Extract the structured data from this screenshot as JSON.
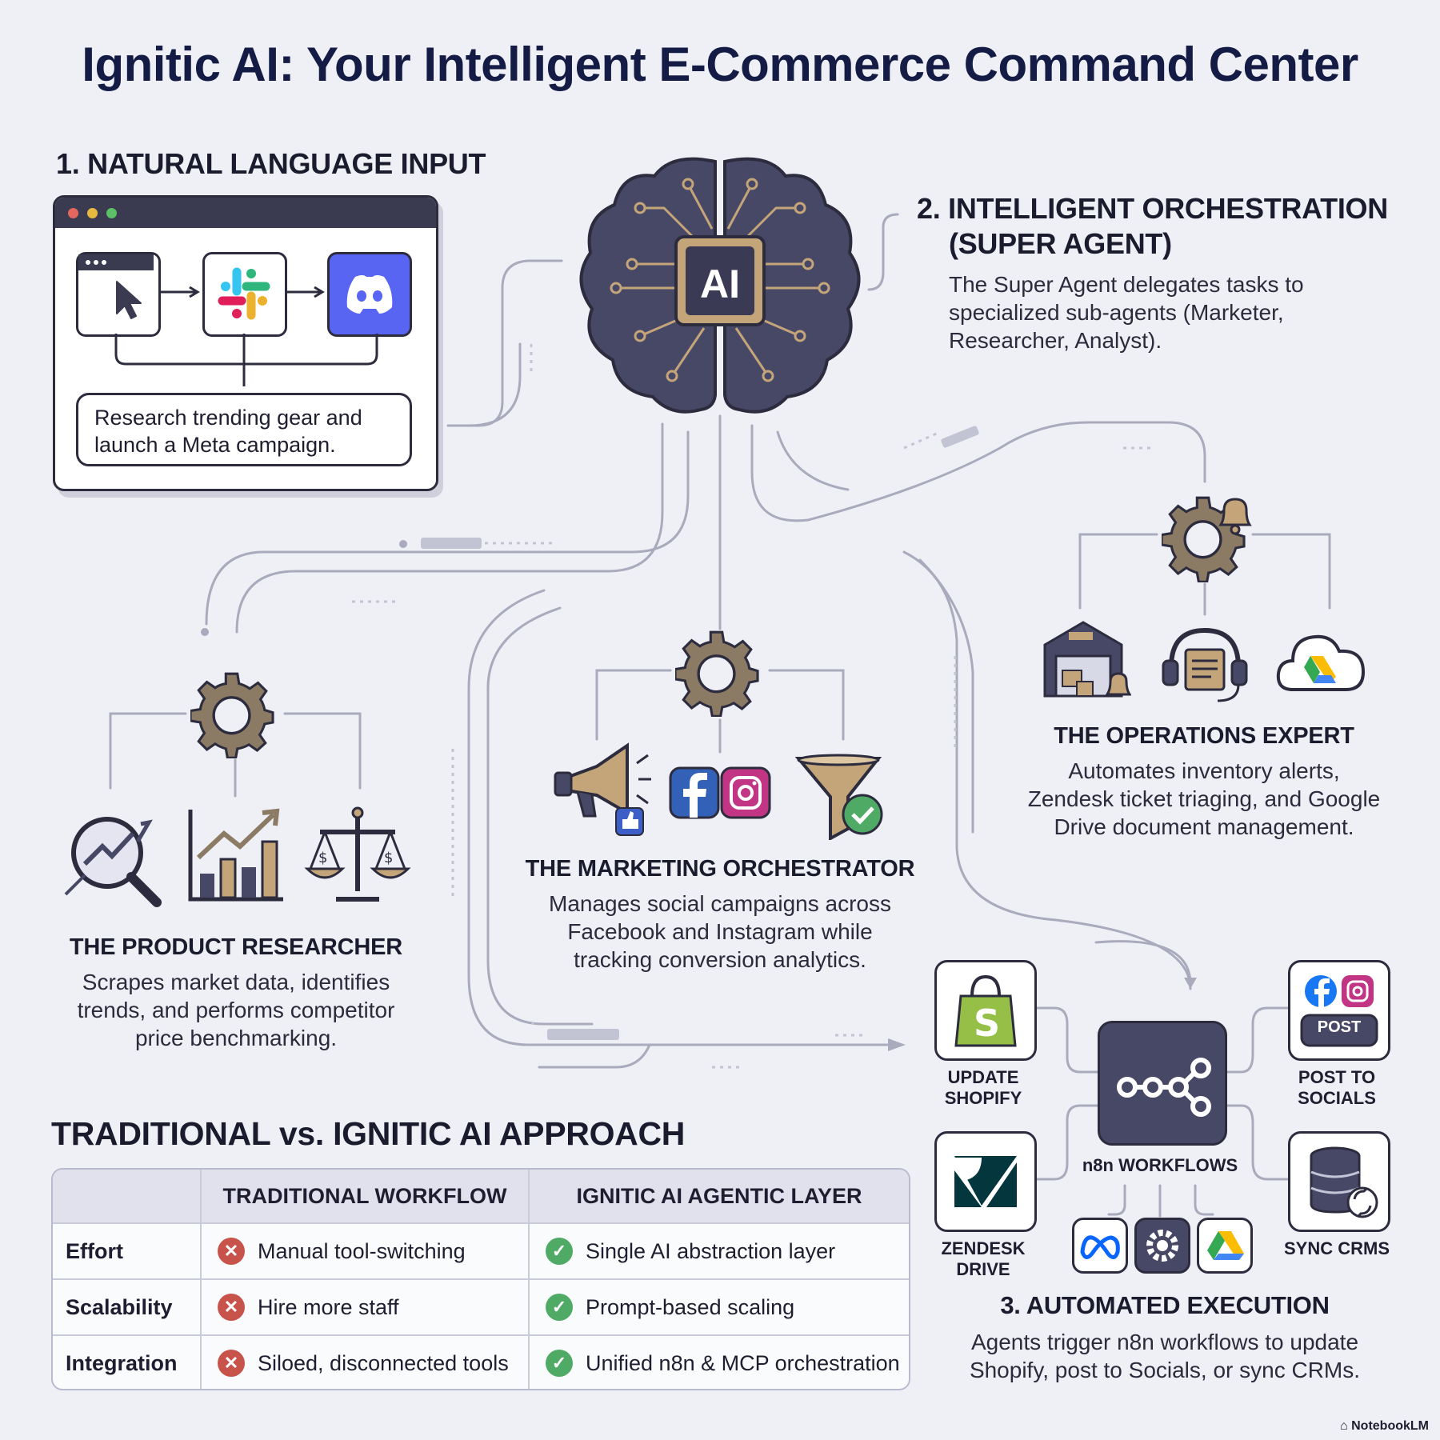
{
  "title": "Ignitic AI: Your Intelligent E-Commerce Command Center",
  "input": {
    "heading": "1. NATURAL LANGUAGE INPUT",
    "prompt_line1": "Research trending gear and",
    "prompt_line2": "launch a Meta campaign."
  },
  "orchestration": {
    "heading_line1": "2. INTELLIGENT ORCHESTRATION",
    "heading_line2": "(SUPER AGENT)",
    "desc_line1": "The Super Agent delegates tasks to",
    "desc_line2": "specialized sub-agents (Marketer,",
    "desc_line3": "Researcher, Analyst).",
    "chip_label": "AI"
  },
  "researcher": {
    "heading": "THE PRODUCT RESEARCHER",
    "desc_line1": "Scrapes market data, identifies",
    "desc_line2": "trends, and performs competitor",
    "desc_line3": "price benchmarking.",
    "icons": [
      "magnifier-trend-icon",
      "bar-chart-icon",
      "scales-icon"
    ]
  },
  "marketing": {
    "heading": "THE MARKETING ORCHESTRATOR",
    "desc_line1": "Manages social campaigns across",
    "desc_line2": "Facebook and Instagram while",
    "desc_line3": "tracking conversion analytics.",
    "icons": [
      "megaphone-icon",
      "facebook-icon",
      "instagram-icon",
      "funnel-check-icon"
    ]
  },
  "operations": {
    "heading": "THE OPERATIONS EXPERT",
    "desc_line1": "Automates inventory alerts,",
    "desc_line2": "Zendesk ticket triaging, and Google",
    "desc_line3": "Drive document management.",
    "icons": [
      "warehouse-icon",
      "support-headset-icon",
      "google-drive-icon"
    ]
  },
  "comparison": {
    "heading": "TRADITIONAL vs. IGNITIC AI APPROACH",
    "columns": [
      "",
      "TRADITIONAL WORKFLOW",
      "IGNITIC AI AGENTIC LAYER"
    ],
    "rows": [
      {
        "label": "Effort",
        "traditional": "Manual tool-switching",
        "ignitic": "Single AI abstraction layer"
      },
      {
        "label": "Scalability",
        "traditional": "Hire more staff",
        "ignitic": "Prompt-based scaling"
      },
      {
        "label": "Integration",
        "traditional": "Siloed, disconnected tools",
        "ignitic": "Unified n8n & MCP orchestration"
      }
    ]
  },
  "execution": {
    "n8n_label": "n8n WORKFLOWS",
    "shopify_line1": "UPDATE",
    "shopify_line2": "SHOPIFY",
    "socials_line1": "POST TO",
    "socials_line2": "SOCIALS",
    "post_button": "POST",
    "zendesk_line1": "ZENDESK",
    "zendesk_line2": "DRIVE",
    "crm_label": "SYNC CRMS",
    "heading": "3. AUTOMATED EXECUTION",
    "desc_line1": "Agents trigger n8n workflows to update",
    "desc_line2": "Shopify, post to Socials, or sync CRMs."
  },
  "brand": "NotebookLM",
  "colors": {
    "navy": "#141b45",
    "brain": "#474766",
    "gold": "#c4a57a",
    "gear": "#8c7b64",
    "check": "#4eaa64",
    "cross": "#c7534a",
    "discord": "#5865f2",
    "shopify": "#95bf47",
    "zendesk": "#03363d"
  }
}
